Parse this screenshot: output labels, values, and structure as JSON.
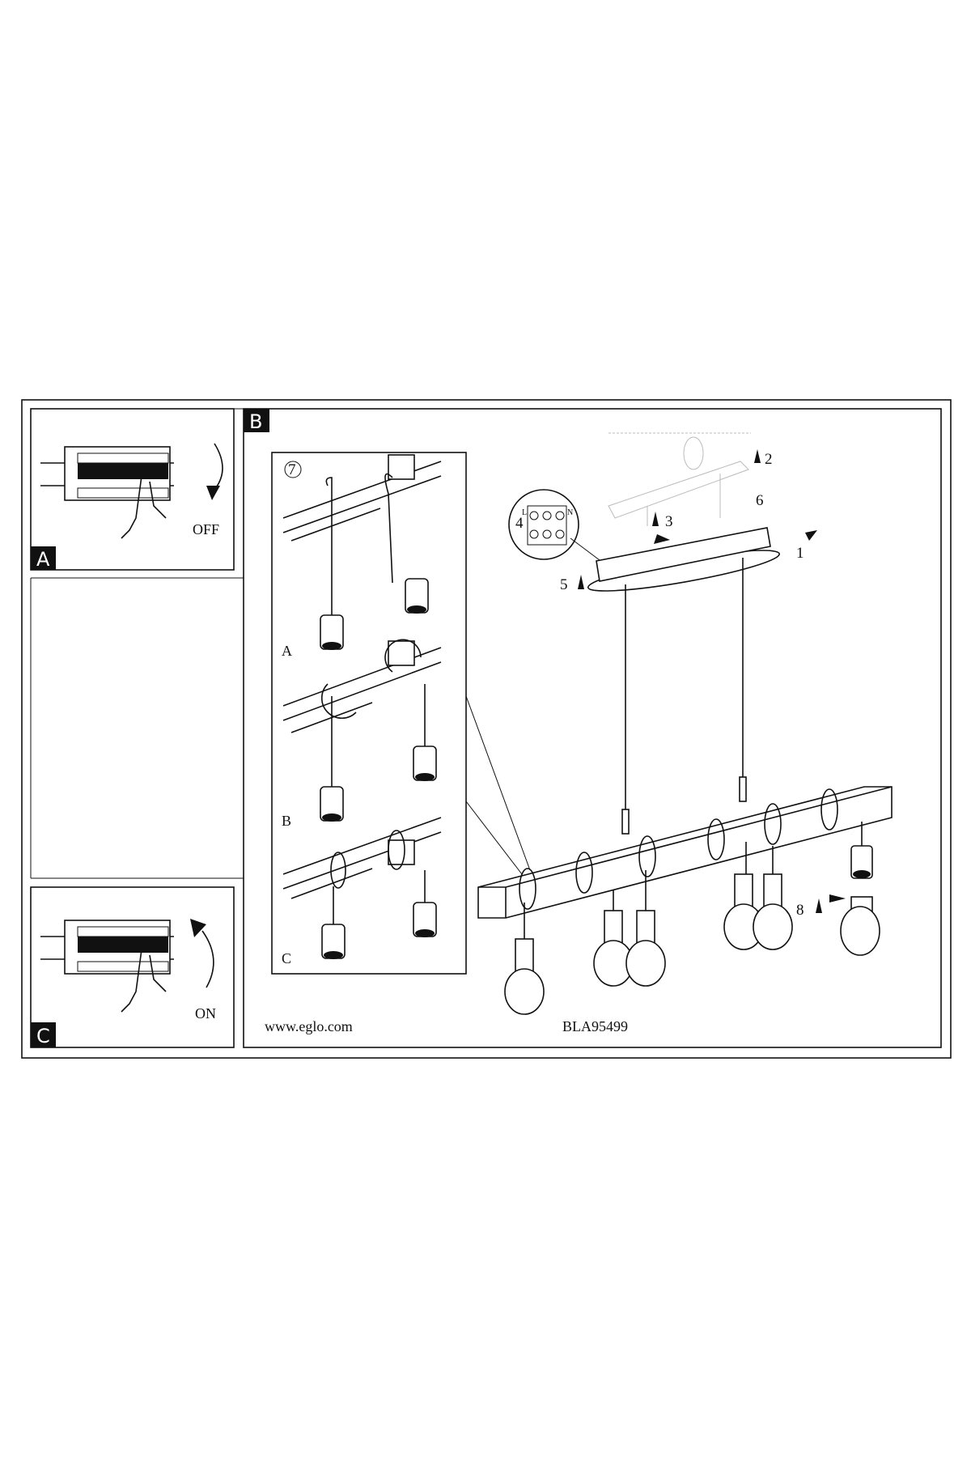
{
  "panels": {
    "a": {
      "label": "A",
      "state": "OFF"
    },
    "b": {
      "label": "B"
    },
    "c": {
      "label": "C",
      "state": "ON"
    }
  },
  "inset": {
    "step": "7",
    "sub_steps": [
      "A",
      "B",
      "C"
    ]
  },
  "steps": {
    "s1": "1",
    "s2": "2",
    "s3": "3",
    "s4": "4",
    "s5": "5",
    "s6": "6",
    "s8": "8"
  },
  "terminal": {
    "l": "L",
    "n": "N"
  },
  "footer": {
    "website": "www.eglo.com",
    "model": "BLA95499"
  }
}
